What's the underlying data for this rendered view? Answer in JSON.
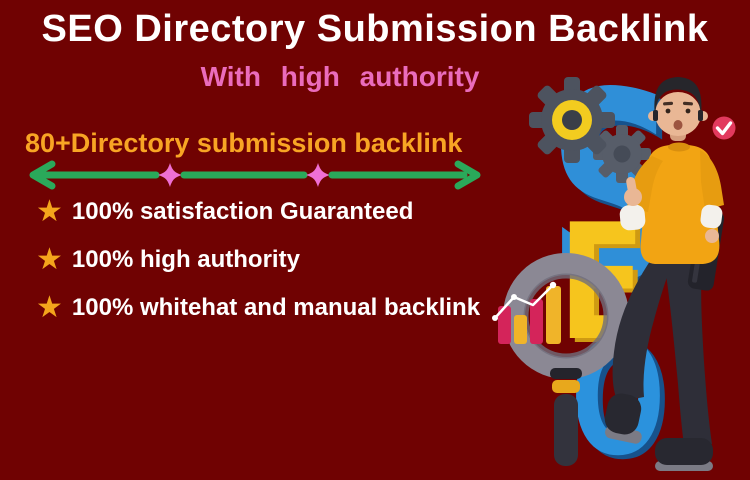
{
  "banner": {
    "background_color": "#700202",
    "title": "SEO Directory Submission Backlink",
    "subtitle": "With high authority",
    "offer_headline": "80+Directory submission backlink",
    "star_icon": "★",
    "colors": {
      "title": "#ffffff",
      "subtitle": "#ea6cbc",
      "offer": "#f8a524",
      "arrow": "#2aa95a",
      "sparkle": "#ef6fd4",
      "star": "#f4a51c",
      "feature_text": "#ffffff"
    },
    "features": [
      {
        "label": "100% satisfaction Guaranteed"
      },
      {
        "label": "100% high authority"
      },
      {
        "label": "100% whitehat and manual backlink"
      }
    ]
  },
  "illustration": {
    "letters": [
      "S",
      "E",
      "O"
    ],
    "letter_colors": {
      "s": "#2f8fd8",
      "e": "#f6c51d",
      "o": "#2b92dd"
    },
    "badge_color": "#e23a5e"
  }
}
